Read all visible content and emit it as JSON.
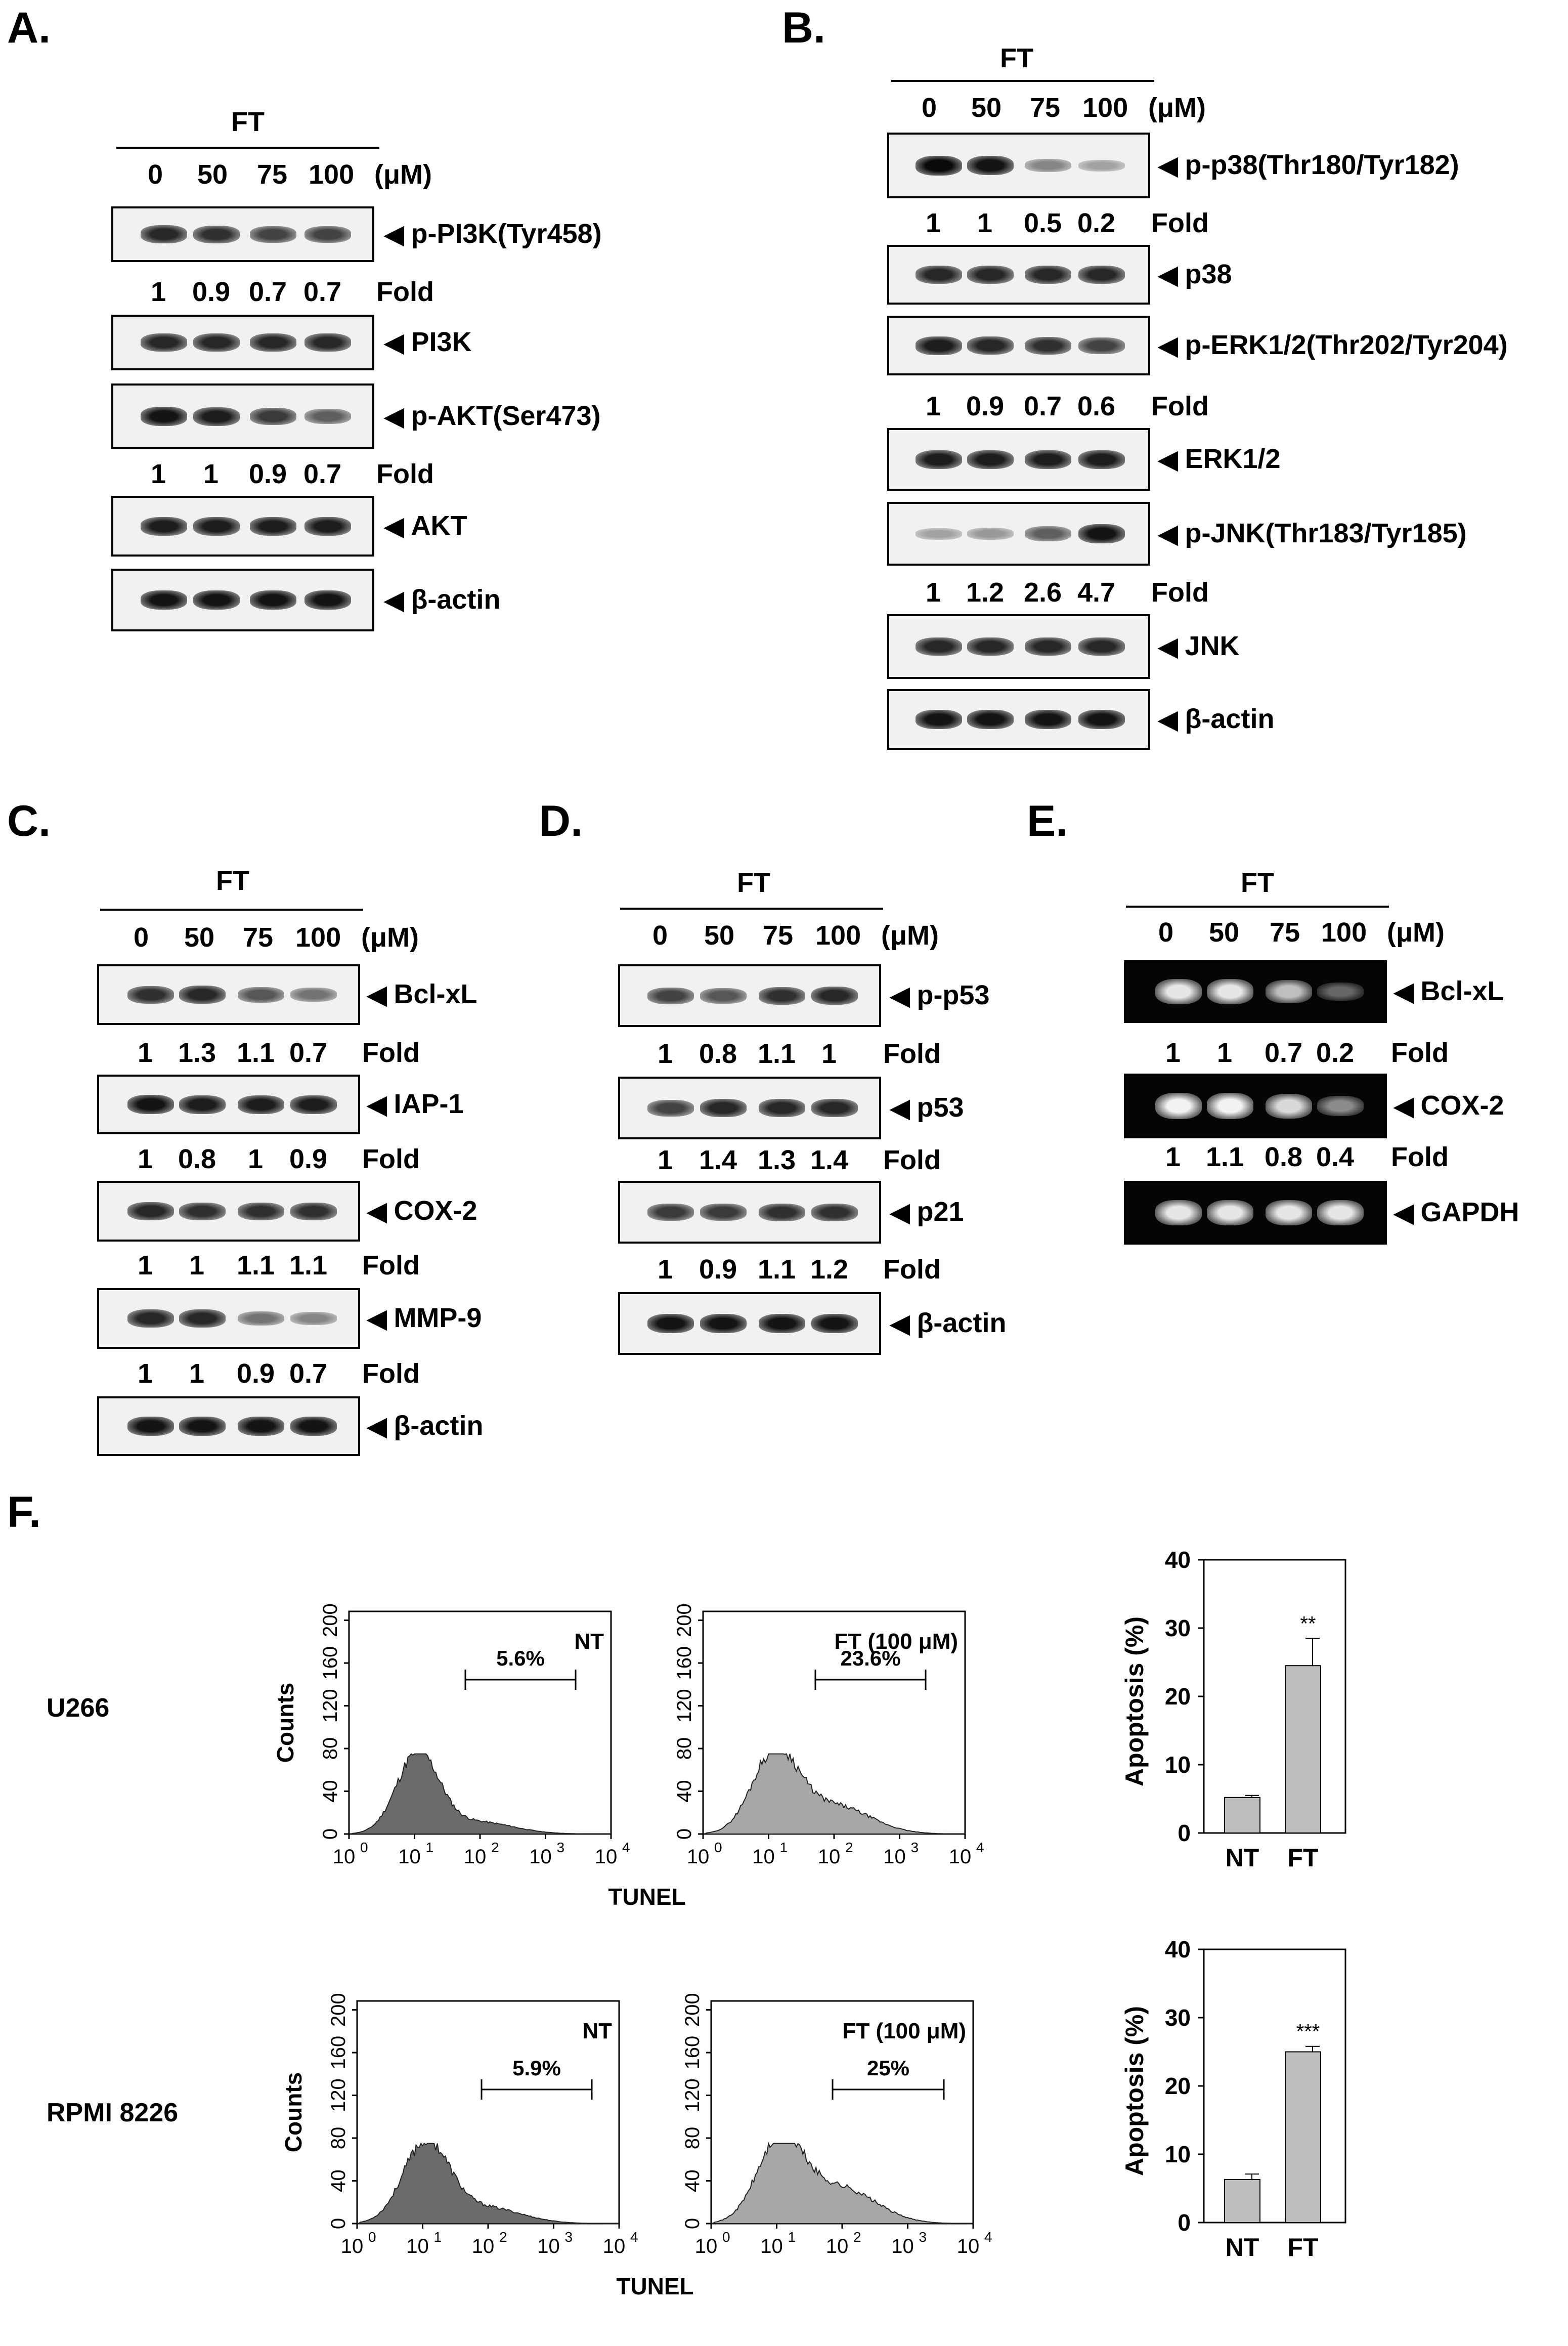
{
  "panels": {
    "A": {
      "letter": "A.",
      "treatment": "FT",
      "doses": [
        "0",
        "50",
        "75",
        "100"
      ],
      "unit": "(μM)",
      "blots": [
        {
          "label": "p-PI3K(Tyr458)",
          "intensity": [
            0.85,
            0.8,
            0.7,
            0.7
          ]
        },
        {
          "label": "PI3K",
          "intensity": [
            0.85,
            0.85,
            0.85,
            0.85
          ]
        },
        {
          "label": "p-AKT(Ser473)",
          "intensity": [
            0.95,
            0.9,
            0.75,
            0.55
          ]
        },
        {
          "label": "AKT",
          "intensity": [
            0.9,
            0.9,
            0.9,
            0.9
          ]
        },
        {
          "label": "β-actin",
          "intensity": [
            0.95,
            0.95,
            0.95,
            0.95
          ]
        }
      ],
      "folds": [
        {
          "values": [
            "1",
            "0.9",
            "0.7",
            "0.7"
          ],
          "label": "Fold"
        },
        {
          "values": [
            "1",
            "1",
            "0.9",
            "0.7"
          ],
          "label": "Fold"
        }
      ]
    },
    "B": {
      "letter": "B.",
      "treatment": "FT",
      "doses": [
        "0",
        "50",
        "75",
        "100"
      ],
      "unit": "(μM)",
      "blots": [
        {
          "label": "p-p38(Thr180/Tyr182)",
          "intensity": [
            1,
            0.95,
            0.35,
            0.2
          ]
        },
        {
          "label": "p38",
          "intensity": [
            0.85,
            0.85,
            0.85,
            0.85
          ]
        },
        {
          "label": "p-ERK1/2(Thr202/Tyr204)",
          "intensity": [
            0.9,
            0.85,
            0.8,
            0.7
          ]
        },
        {
          "label": "ERK1/2",
          "intensity": [
            0.9,
            0.9,
            0.9,
            0.9
          ]
        },
        {
          "label": "p-JNK(Thr183/Tyr185)",
          "intensity": [
            0.2,
            0.25,
            0.55,
            0.95
          ]
        },
        {
          "label": "JNK",
          "intensity": [
            0.85,
            0.85,
            0.85,
            0.85
          ]
        },
        {
          "label": "β-actin",
          "intensity": [
            0.95,
            0.95,
            0.95,
            0.95
          ]
        }
      ],
      "folds": [
        {
          "values": [
            "1",
            "1",
            "0.5",
            "0.2"
          ],
          "label": "Fold"
        },
        {
          "values": [
            "1",
            "0.9",
            "0.7",
            "0.6"
          ],
          "label": "Fold"
        },
        {
          "values": [
            "1",
            "1.2",
            "2.6",
            "4.7"
          ],
          "label": "Fold"
        }
      ]
    },
    "C": {
      "letter": "C.",
      "treatment": "FT",
      "doses": [
        "0",
        "50",
        "75",
        "100"
      ],
      "unit": "(μM)",
      "blots": [
        {
          "label": "Bcl-xL",
          "intensity": [
            0.8,
            0.85,
            0.6,
            0.45
          ]
        },
        {
          "label": "IAP-1",
          "intensity": [
            0.95,
            0.9,
            0.9,
            0.9
          ]
        },
        {
          "label": "COX-2",
          "intensity": [
            0.85,
            0.8,
            0.8,
            0.8
          ]
        },
        {
          "label": "MMP-9",
          "intensity": [
            0.85,
            0.85,
            0.45,
            0.35
          ]
        },
        {
          "label": "β-actin",
          "intensity": [
            0.95,
            0.95,
            0.95,
            0.95
          ]
        }
      ],
      "folds": [
        {
          "values": [
            "1",
            "1.3",
            "1.1",
            "0.7"
          ],
          "label": "Fold"
        },
        {
          "values": [
            "1",
            "0.8",
            "1",
            "0.9"
          ],
          "label": "Fold"
        },
        {
          "values": [
            "1",
            "1",
            "1.1",
            "1.1"
          ],
          "label": "Fold"
        },
        {
          "values": [
            "1",
            "1",
            "0.9",
            "0.7"
          ],
          "label": "Fold"
        }
      ]
    },
    "D": {
      "letter": "D.",
      "treatment": "FT",
      "doses": [
        "0",
        "50",
        "75",
        "100"
      ],
      "unit": "(μM)",
      "blots": [
        {
          "label": "p-p53",
          "intensity": [
            0.7,
            0.6,
            0.8,
            0.85
          ]
        },
        {
          "label": "p53",
          "intensity": [
            0.7,
            0.85,
            0.85,
            0.85
          ]
        },
        {
          "label": "p21",
          "intensity": [
            0.75,
            0.75,
            0.8,
            0.8
          ]
        },
        {
          "label": "β-actin",
          "intensity": [
            0.95,
            0.95,
            0.95,
            0.95
          ]
        }
      ],
      "folds": [
        {
          "values": [
            "1",
            "0.8",
            "1.1",
            "1"
          ],
          "label": "Fold"
        },
        {
          "values": [
            "1",
            "1.4",
            "1.3",
            "1.4"
          ],
          "label": "Fold"
        },
        {
          "values": [
            "1",
            "0.9",
            "1.1",
            "1.2"
          ],
          "label": "Fold"
        }
      ]
    },
    "E": {
      "letter": "E.",
      "treatment": "FT",
      "doses": [
        "0",
        "50",
        "75",
        "100"
      ],
      "unit": "(μM)",
      "blots": [
        {
          "label": "Bcl-xL",
          "intensity": [
            0.9,
            0.9,
            0.75,
            0.4
          ]
        },
        {
          "label": "COX-2",
          "intensity": [
            0.95,
            0.95,
            0.85,
            0.55
          ]
        },
        {
          "label": "GAPDH",
          "intensity": [
            0.9,
            0.9,
            0.9,
            0.9
          ]
        }
      ],
      "folds": [
        {
          "values": [
            "1",
            "1",
            "0.7",
            "0.2"
          ],
          "label": "Fold"
        },
        {
          "values": [
            "1",
            "1.1",
            "0.8",
            "0.4"
          ],
          "label": "Fold"
        }
      ]
    },
    "F": {
      "letter": "F.",
      "rows": [
        {
          "cell_line": "U266",
          "hist": [
            {
              "tag": "NT",
              "gate": "5.6%"
            },
            {
              "tag": "FT (100 μM)",
              "gate": "23.6%"
            }
          ]
        },
        {
          "cell_line": "RPMI 8226",
          "hist": [
            {
              "tag": "NT",
              "gate": "5.9%"
            },
            {
              "tag": "FT (100 μM)",
              "gate": "25%"
            }
          ]
        }
      ],
      "hist_axis": {
        "ylabel": "Counts",
        "xlabel": "TUNEL",
        "yticks": [
          "0",
          "40",
          "80",
          "120",
          "160",
          "200"
        ],
        "xticks_base": "10",
        "xticks_exp": [
          "0",
          "1",
          "2",
          "3",
          "4"
        ]
      },
      "bar_axis": {
        "ylabel": "Apoptosis (%)",
        "yticks": [
          "0",
          "10",
          "20",
          "30",
          "40"
        ]
      }
    }
  },
  "chart_data": [
    {
      "type": "bar",
      "title": "U266",
      "categories": [
        "NT",
        "FT"
      ],
      "values": [
        5.2,
        24.5
      ],
      "errors": [
        0.3,
        4.0
      ],
      "significance": [
        "",
        "**"
      ],
      "ylabel": "Apoptosis (%)",
      "ylim": [
        0,
        40
      ]
    },
    {
      "type": "bar",
      "title": "RPMI 8226",
      "categories": [
        "NT",
        "FT"
      ],
      "values": [
        6.3,
        25.0
      ],
      "errors": [
        0.8,
        0.8
      ],
      "significance": [
        "",
        "***"
      ],
      "ylabel": "Apoptosis (%)",
      "ylim": [
        0,
        40
      ]
    }
  ]
}
